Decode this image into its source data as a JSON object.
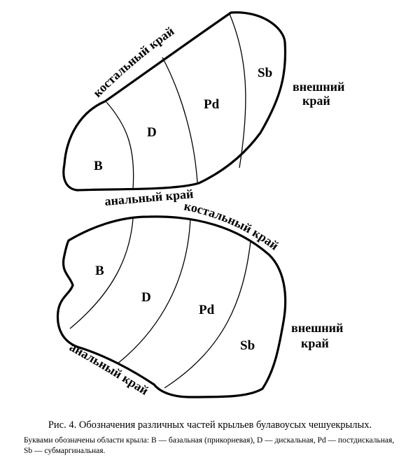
{
  "wing_top": {
    "regions": {
      "basal": "B",
      "discal": "D",
      "postdiscal": "Pd",
      "submarginal": "Sb"
    },
    "edges": {
      "costal": "костальный край",
      "outer_line1": "внешний",
      "outer_line2": "край",
      "anal": "анальный  край"
    }
  },
  "wing_bottom": {
    "regions": {
      "basal": "B",
      "discal": "D",
      "postdiscal": "Pd",
      "submarginal": "Sb"
    },
    "edges": {
      "costal": "костальный край",
      "outer_line1": "внешний",
      "outer_line2": "край",
      "anal": "анальный край"
    }
  },
  "caption": {
    "title": "Рис. 4. Обозначения различных частей крыльев булавоусых чешуекрылых.",
    "legend": "Буквами обозначены области крыла: B — базальная (прикорневая), D — дискальная, Pd — постдискальная, Sb — субмаргинальная."
  }
}
